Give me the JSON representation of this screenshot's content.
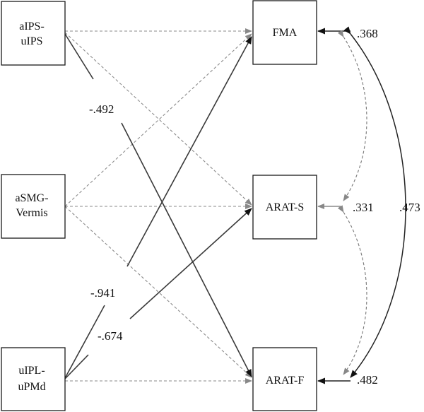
{
  "nodes": {
    "aips": {
      "line1": "aIPS-",
      "line2": "uIPS"
    },
    "asmg": {
      "line1": "aSMG-",
      "line2": "Vermis"
    },
    "uipl": {
      "line1": "uIPL-",
      "line2": "uPMd"
    },
    "fma": {
      "label": "FMA"
    },
    "arats": {
      "label": "ARAT-S"
    },
    "aratf": {
      "label": "ARAT-F"
    }
  },
  "coefficients": {
    "aips_aratf": "-.492",
    "uipl_fma": "-.941",
    "uipl_arats": "-.674"
  },
  "residuals": {
    "fma": ".368",
    "arats": ".331",
    "aratf": ".482"
  },
  "covariance": {
    "fma_aratf": ".473"
  }
}
